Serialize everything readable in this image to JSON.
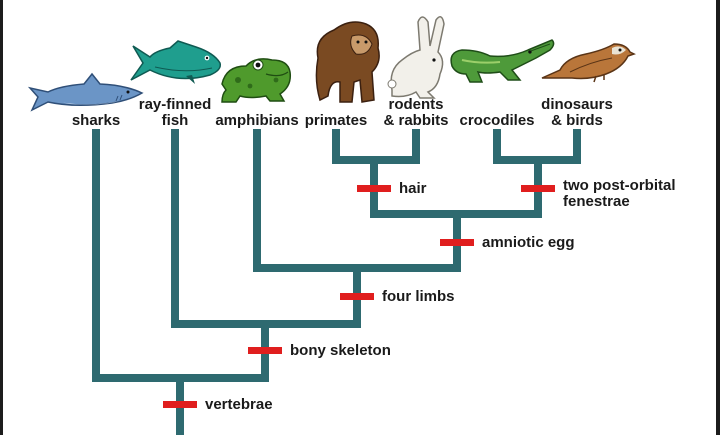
{
  "colors": {
    "branch": "#2e6a70",
    "trait_marker": "#e01e1e",
    "text": "#1a1a1a"
  },
  "taxa": [
    {
      "id": "sharks",
      "label": "sharks",
      "icon": "shark-icon"
    },
    {
      "id": "ray-finned-fish",
      "label": "ray-finned\nfish",
      "icon": "fish-icon"
    },
    {
      "id": "amphibians",
      "label": "amphibians",
      "icon": "frog-icon"
    },
    {
      "id": "primates",
      "label": "primates",
      "icon": "chimpanzee-icon"
    },
    {
      "id": "rodents-rabbits",
      "label": "rodents\n& rabbits",
      "icon": "rabbit-icon"
    },
    {
      "id": "crocodiles",
      "label": "crocodiles",
      "icon": "crocodile-icon"
    },
    {
      "id": "dinosaurs-birds",
      "label": "dinosaurs\n& birds",
      "icon": "bird-icon"
    }
  ],
  "traits": [
    {
      "id": "vertebrae",
      "label": "vertebrae"
    },
    {
      "id": "bony-skeleton",
      "label": "bony skeleton"
    },
    {
      "id": "four-limbs",
      "label": "four limbs"
    },
    {
      "id": "amniotic-egg",
      "label": "amniotic egg"
    },
    {
      "id": "hair",
      "label": "hair"
    },
    {
      "id": "post-orbital",
      "label": "two post-orbital\nfenestrae"
    }
  ]
}
